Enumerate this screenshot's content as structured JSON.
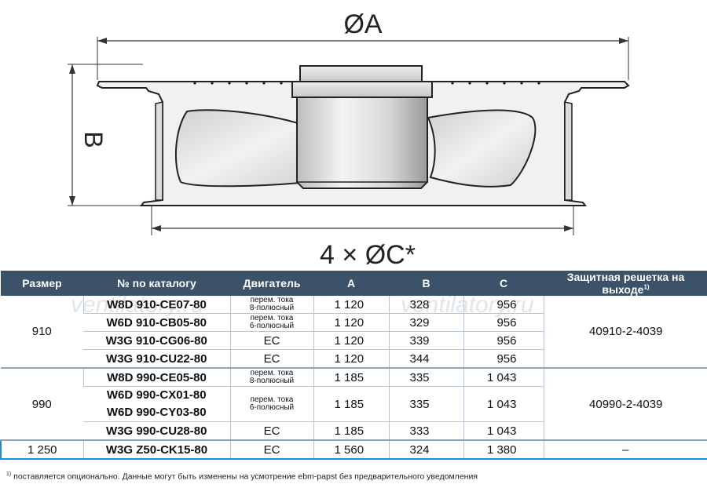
{
  "drawing": {
    "dim_a_label": "ØA",
    "dim_b_label": "B",
    "dim_c_label": "4 × ØC*"
  },
  "table": {
    "headers": {
      "size": "Размер",
      "catalog": "№ по каталогу",
      "motor": "Двигатель",
      "a": "A",
      "b": "B",
      "c": "C",
      "grille": "Защитная решетка на выходе",
      "grille_sup": "1)"
    },
    "groups": [
      {
        "size": "910",
        "grille": "40910-2-4039",
        "rows": [
          {
            "catalog": "W8D 910-CE07-80",
            "motor_line1": "перем. тока",
            "motor_line2": "8-полюсный",
            "a": "1 120",
            "b": "328",
            "c": "956"
          },
          {
            "catalog": "W6D 910-CB05-80",
            "motor_line1": "перем. тока",
            "motor_line2": "6-полюсный",
            "a": "1 120",
            "b": "329",
            "c": "956"
          },
          {
            "catalog": "W3G 910-CG06-80",
            "motor": "EC",
            "a": "1 120",
            "b": "339",
            "c": "956"
          },
          {
            "catalog": "W3G 910-CU22-80",
            "motor": "EC",
            "a": "1 120",
            "b": "344",
            "c": "956"
          }
        ]
      },
      {
        "size": "990",
        "grille": "40990-2-4039",
        "rows": [
          {
            "catalog": "W8D 990-CE05-80",
            "motor_line1": "перем. тока",
            "motor_line2": "8-полюсный",
            "a": "1 185",
            "b": "335",
            "c": "1 043"
          },
          {
            "catalog_line1": "W6D 990-CX01-80",
            "catalog_line2": "W6D 990-CY03-80",
            "motor_line1": "перем. тока",
            "motor_line2": "6-полюсный",
            "a": "1 185",
            "b": "335",
            "c": "1 043"
          },
          {
            "catalog": "W3G 990-CU28-80",
            "motor": "EC",
            "a": "1 185",
            "b": "333",
            "c": "1 043"
          }
        ]
      },
      {
        "size": "1 250",
        "grille": "–",
        "rows": [
          {
            "catalog": "W3G Z50-CK15-80",
            "motor": "EC",
            "a": "1 560",
            "b": "324",
            "c": "1 380"
          }
        ]
      }
    ]
  },
  "footnote": {
    "sup": "1)",
    "text": " поставляется опционально.    Данные могут быть изменены на усмотрение ebm-papst без предварительного уведомления"
  },
  "watermark": "ventilatory.ru",
  "colors": {
    "header_bg": "#3c5268",
    "highlight_border": "#1a8fd8",
    "row_divider": "#b9c5d1"
  }
}
